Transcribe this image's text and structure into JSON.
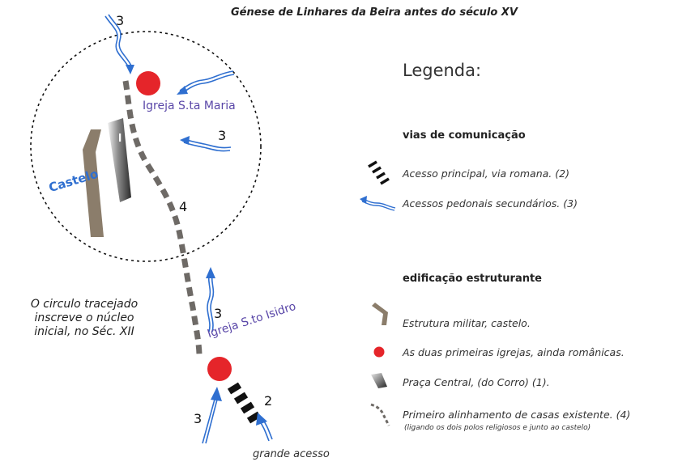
{
  "title": "Génese de Linhares da Beira antes do século XV",
  "legend": {
    "heading": "Legenda:",
    "section_vias": "vias de comunicação",
    "acesso_principal": "Acesso principal, via romana. (2)",
    "acessos_pedonais": "Acessos pedonais secundários. (3)",
    "section_edificacao": "edificação estruturante",
    "estrutura_militar": "Estrutura militar, castelo.",
    "igrejas": "As duas primeiras igrejas, ainda românicas.",
    "praca_central": "Praça Central, (do Corro) (1).",
    "alinhamento": "Primeiro alinhamento de casas existente. (4)",
    "alinhamento_note": "(ligando os dois polos religiosos e junto ao castelo)"
  },
  "map": {
    "igreja_santa_maria": "Igreja S.ta Maria",
    "igreja_santo_isidro": "Igreja S.to Isidro",
    "castelo": "Castelo",
    "circle_note_line1": "O circulo tracejado",
    "circle_note_line2": "inscreve o núcleo",
    "circle_note_line3": "inicial, no Séc. XII",
    "grande_acesso": "grande acesso",
    "n3_top": "3",
    "n3_mid": "3",
    "n3_lower": "3",
    "n3_bottom": "3",
    "n4": "4",
    "n2": "2"
  },
  "colors": {
    "church_red": "#e5252a",
    "castle_brown": "#8b7d6b",
    "path_blue": "#2f6fd0",
    "church_label": "#5a47a8",
    "houses_gray": "#6e6a66"
  }
}
